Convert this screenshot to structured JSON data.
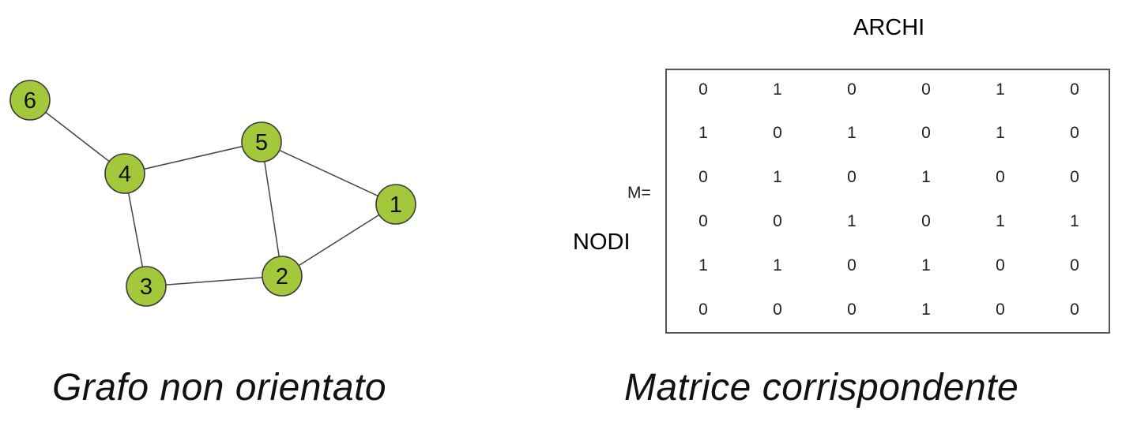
{
  "graph": {
    "nodes": [
      {
        "id": "1",
        "label": "1"
      },
      {
        "id": "2",
        "label": "2"
      },
      {
        "id": "3",
        "label": "3"
      },
      {
        "id": "4",
        "label": "4"
      },
      {
        "id": "5",
        "label": "5"
      },
      {
        "id": "6",
        "label": "6"
      }
    ],
    "edges": [
      [
        "6",
        "4"
      ],
      [
        "4",
        "5"
      ],
      [
        "4",
        "3"
      ],
      [
        "5",
        "1"
      ],
      [
        "5",
        "2"
      ],
      [
        "1",
        "2"
      ],
      [
        "3",
        "2"
      ]
    ],
    "node_color": "#a3c83b",
    "caption": "Grafo non orientato"
  },
  "matrix": {
    "top_label": "ARCHI",
    "side_label": "NODI",
    "matrix_prefix": "M=",
    "rows": [
      [
        "0",
        "1",
        "0",
        "0",
        "1",
        "0"
      ],
      [
        "1",
        "0",
        "1",
        "0",
        "1",
        "0"
      ],
      [
        "0",
        "1",
        "0",
        "1",
        "0",
        "0"
      ],
      [
        "0",
        "0",
        "1",
        "0",
        "1",
        "1"
      ],
      [
        "1",
        "1",
        "0",
        "1",
        "0",
        "0"
      ],
      [
        "0",
        "0",
        "0",
        "1",
        "0",
        "0"
      ]
    ],
    "caption": "Matrice corrispondente"
  }
}
